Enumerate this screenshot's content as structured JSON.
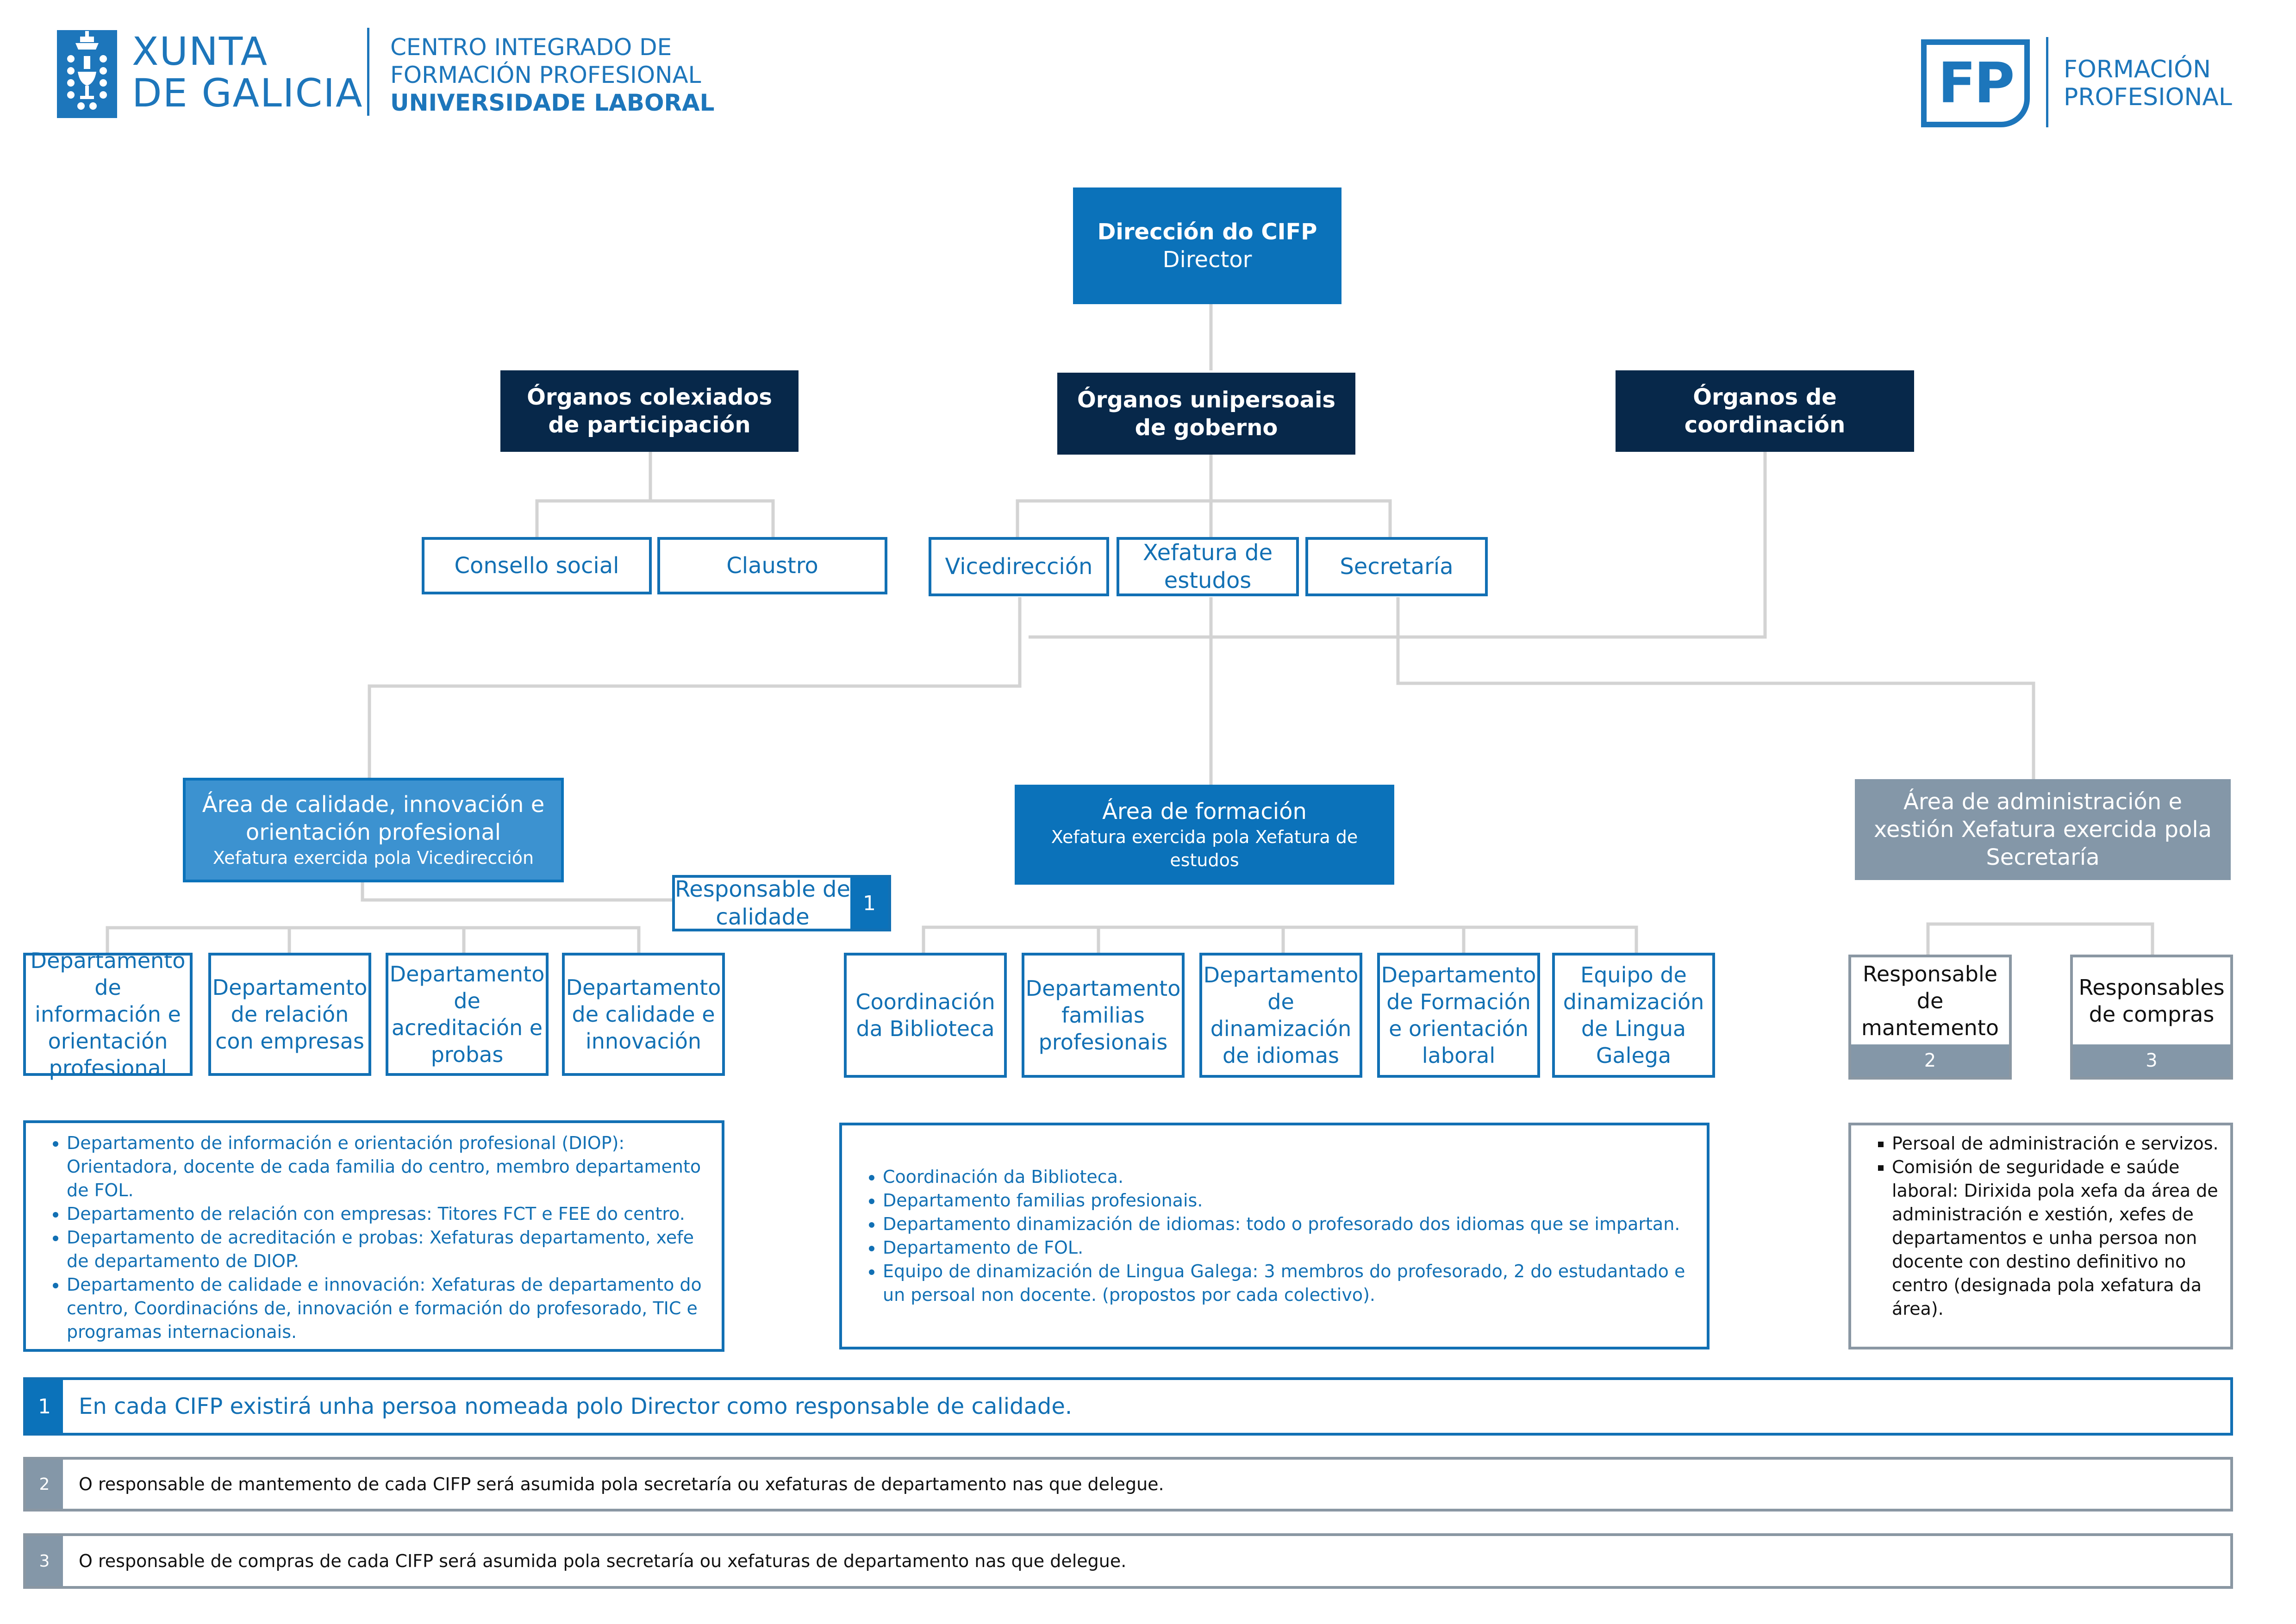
{
  "header": {
    "xunta_line1": "XUNTA",
    "xunta_line2": "DE GALICIA",
    "center_line1": "CENTRO INTEGRADO DE",
    "center_line2": "FORMACIÓN PROFESIONAL",
    "center_line3": "UNIVERSIDADE LABORAL",
    "fp_badge": "FP",
    "fp_line1": "FORMACIÓN",
    "fp_line2": "PROFESIONAL"
  },
  "colors": {
    "navy": "#07284a",
    "blue": "#0b72ba",
    "light_blue": "#3c92d0",
    "grey": "#8497a8",
    "connector": "#d3d3d3"
  },
  "top": {
    "title": "Dirección do CIFP",
    "subtitle": "Director"
  },
  "organs": {
    "colexiados": "Órganos colexiados de participación",
    "unipersoais": "Órganos unipersoais de goberno",
    "coordinacion": "Órganos de coordinación"
  },
  "colexiados_items": [
    "Consello social",
    "Claustro"
  ],
  "unipersoais_items": [
    "Vicedirección",
    "Xefatura de estudos",
    "Secretaría"
  ],
  "areas": {
    "calidade": {
      "title": "Área de calidade, innovación e orientación profesional",
      "subtitle": "Xefatura exercida pola Vicedirección"
    },
    "formacion": {
      "title": "Área de formación",
      "subtitle": "Xefatura exercida pola Xefatura de estudos"
    },
    "administracion": {
      "title": "Área de administración e xestión Xefatura exercida pola Secretaría"
    }
  },
  "responsable_calidade": {
    "label": "Responsable de calidade",
    "num": "1"
  },
  "calidade_depts": [
    "Departamento de información e orientación profesional",
    "Departamento de relación con empresas",
    "Departamento de acreditación e probas",
    "Departamento de calidade e innovación"
  ],
  "formacion_depts": [
    "Coordinación da Biblioteca",
    "Departamento familias profesionais",
    "Departamento de dinamización de idiomas",
    "Departamento de Formación e orientación laboral",
    "Equipo de dinamización de Lingua Galega"
  ],
  "admin_resp": [
    {
      "label": "Responsable de mantemento",
      "num": "2"
    },
    {
      "label": "Responsables de compras",
      "num": "3"
    }
  ],
  "notes": {
    "calidade": [
      "Departamento de información e orientación  profesional (DIOP): Orientadora, docente de cada familia do centro,  membro departamento de FOL.",
      "Departamento de relación con empresas: Titores FCT e FEE do centro.",
      "Departamento de acreditación e probas: Xefaturas departamento, xefe de departamento de DIOP.",
      "Departamento de calidade e innovación: Xefaturas de departamento do centro, Coordinacións de, innovación e formación do profesorado, TIC e programas internacionais."
    ],
    "formacion": [
      "Coordinación da Biblioteca.",
      "Departamento familias profesionais.",
      "Departamento dinamización de idiomas: todo o profesorado dos idiomas que se impartan.",
      "Departamento de FOL.",
      "Equipo de dinamización de Lingua Galega: 3 membros do profesorado, 2 do estudantado e un persoal non docente. (propostos por cada colectivo)."
    ],
    "administracion": [
      "Persoal de administración e servizos.",
      "Comisión de seguridade e saúde laboral: Dirixida pola xefa da área de administración e xestión, xefes de departamentos e unha persoa non docente con destino definitivo no centro  (designada pola xefatura da área)."
    ]
  },
  "footer": [
    {
      "num": "1",
      "text": "En cada CIFP existirá unha persoa nomeada polo Director como responsable de calidade."
    },
    {
      "num": "2",
      "text": "O responsable de mantemento de cada CIFP será asumida pola secretaría ou xefaturas de departamento nas que delegue."
    },
    {
      "num": "3",
      "text": "O responsable de compras de cada CIFP será asumida pola secretaría ou xefaturas de departamento nas que delegue."
    }
  ]
}
